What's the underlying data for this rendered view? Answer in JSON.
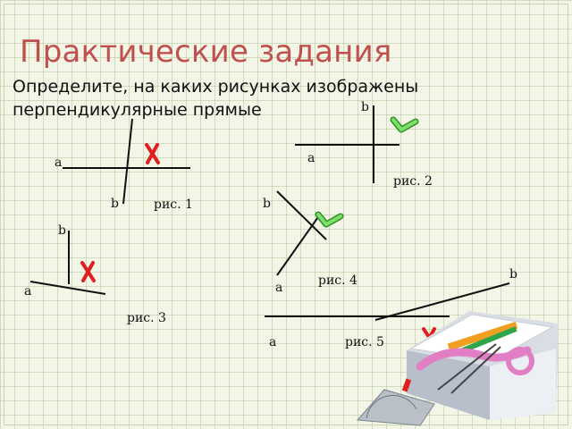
{
  "slide": {
    "title": "Практические задания",
    "prompt": "Определите, на каких рисунках изображены перпендикулярные прямые"
  },
  "figures": [
    {
      "caption": "рис. 1",
      "line_a": "a",
      "line_b": "b",
      "mark": "cross"
    },
    {
      "caption": "рис. 2",
      "line_a": "a",
      "line_b": "b",
      "mark": "check"
    },
    {
      "caption": "рис. 3",
      "line_a": "a",
      "line_b": "b",
      "mark": "cross"
    },
    {
      "caption": "рис. 4",
      "line_a": "a",
      "line_b": "b",
      "mark": "check"
    },
    {
      "caption": "рис. 5",
      "line_a": "a",
      "line_b": "b",
      "mark": "cross"
    }
  ],
  "colors": {
    "title": "#c0504d",
    "cross": "#e02020",
    "check": "#4cc23a",
    "lines": "#111111"
  }
}
